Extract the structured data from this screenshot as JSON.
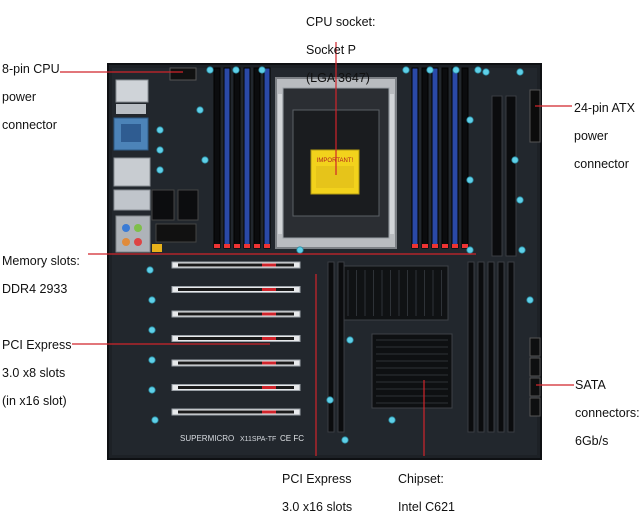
{
  "board": {
    "brand_text": "SUPERMICRO",
    "model_text": "X11SPA-TF",
    "sticker_title": "IMPORTANT!",
    "certification_marks": "CE FC"
  },
  "callouts": {
    "cpu_socket": [
      "CPU socket:",
      "Socket P",
      "(LGA 3647)"
    ],
    "cpu_power": [
      "8-pin CPU",
      "power",
      "connector"
    ],
    "atx_power": [
      "24-pin ATX",
      "power",
      "connector"
    ],
    "memory": [
      "Memory slots:",
      "DDR4 2933"
    ],
    "pcie_x8": [
      "PCI Express",
      "3.0 x8 slots",
      "(in x16 slot)"
    ],
    "sata": [
      "SATA",
      "connectors:",
      "6Gb/s"
    ],
    "pcie_x16": [
      "PCI Express",
      "3.0 x16 slots"
    ],
    "chipset": [
      "Chipset:",
      "Intel C621"
    ]
  },
  "colors": {
    "pcb": "#1b1f24",
    "dimm_blue": "#2a49a8",
    "dimm_black": "#0b0c0e",
    "leader_line": "#d0242b",
    "capacitor": "#5fd0e8"
  }
}
